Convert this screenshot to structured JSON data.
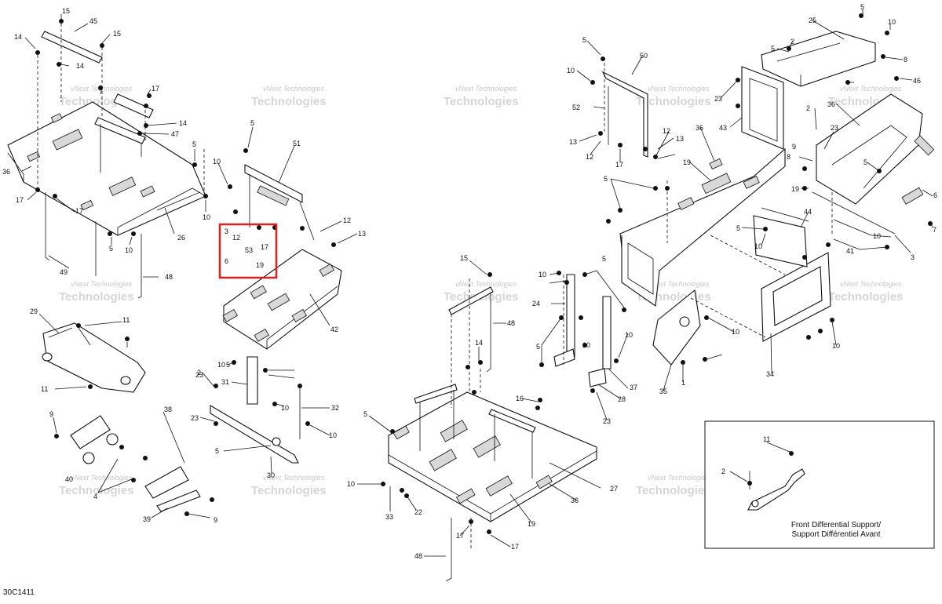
{
  "watermark": {
    "line1": "vNext Technologies",
    "line2": "Technologies"
  },
  "drawing_code": "30C1411",
  "inset": {
    "caption_line1": "Front Differential Support/",
    "caption_line2": "Support Différentiel Avant"
  },
  "highlight_color": "#e02020",
  "callouts": [
    {
      "id": "c1",
      "label": "15"
    },
    {
      "id": "c2",
      "label": "45"
    },
    {
      "id": "c3",
      "label": "15"
    },
    {
      "id": "c4",
      "label": "14"
    },
    {
      "id": "c5",
      "label": "14"
    },
    {
      "id": "c6",
      "label": "17"
    },
    {
      "id": "c7",
      "label": "14"
    },
    {
      "id": "c8",
      "label": "47"
    },
    {
      "id": "c9",
      "label": "36"
    },
    {
      "id": "c10",
      "label": "17"
    },
    {
      "id": "c11",
      "label": "17"
    },
    {
      "id": "c12",
      "label": "5"
    },
    {
      "id": "c13",
      "label": "10"
    },
    {
      "id": "c14",
      "label": "26"
    },
    {
      "id": "c15",
      "label": "5"
    },
    {
      "id": "c16",
      "label": "10"
    },
    {
      "id": "c17",
      "label": "49"
    },
    {
      "id": "c18",
      "label": "48"
    },
    {
      "id": "c19",
      "label": "29"
    },
    {
      "id": "c20",
      "label": "11"
    },
    {
      "id": "c21",
      "label": "11"
    },
    {
      "id": "c22",
      "label": "9"
    },
    {
      "id": "c23",
      "label": "38"
    },
    {
      "id": "c24",
      "label": "40"
    },
    {
      "id": "c25",
      "label": "4"
    },
    {
      "id": "c26",
      "label": "39"
    },
    {
      "id": "c27",
      "label": "9"
    },
    {
      "id": "c28",
      "label": "5"
    },
    {
      "id": "c29",
      "label": "51"
    },
    {
      "id": "c30",
      "label": "10"
    },
    {
      "id": "c31",
      "label": "12"
    },
    {
      "id": "c32",
      "label": "13"
    },
    {
      "id": "c33",
      "label": "3"
    },
    {
      "id": "c34",
      "label": "12"
    },
    {
      "id": "c35",
      "label": "53"
    },
    {
      "id": "c36",
      "label": "17"
    },
    {
      "id": "c37",
      "label": "6"
    },
    {
      "id": "c38",
      "label": "19"
    },
    {
      "id": "c39",
      "label": "42"
    },
    {
      "id": "c40",
      "label": "10"
    },
    {
      "id": "c41",
      "label": "5"
    },
    {
      "id": "c42",
      "label": "2"
    },
    {
      "id": "c43",
      "label": "31"
    },
    {
      "id": "c44",
      "label": "10"
    },
    {
      "id": "c45",
      "label": "23"
    },
    {
      "id": "c46",
      "label": "32"
    },
    {
      "id": "c47",
      "label": "10"
    },
    {
      "id": "c48",
      "label": "5"
    },
    {
      "id": "c49",
      "label": "30"
    },
    {
      "id": "c50",
      "label": "15"
    },
    {
      "id": "c51",
      "label": "48"
    },
    {
      "id": "c52",
      "label": "14"
    },
    {
      "id": "c53",
      "label": "16"
    },
    {
      "id": "c54",
      "label": "5"
    },
    {
      "id": "c55",
      "label": "27"
    },
    {
      "id": "c56",
      "label": "10"
    },
    {
      "id": "c57",
      "label": "33"
    },
    {
      "id": "c58",
      "label": "22"
    },
    {
      "id": "c59",
      "label": "36"
    },
    {
      "id": "c60",
      "label": "19"
    },
    {
      "id": "c61",
      "label": "17"
    },
    {
      "id": "c62",
      "label": "17"
    },
    {
      "id": "c63",
      "label": "48"
    },
    {
      "id": "c64",
      "label": "5"
    },
    {
      "id": "c65",
      "label": "50"
    },
    {
      "id": "c66",
      "label": "10"
    },
    {
      "id": "c67",
      "label": "52"
    },
    {
      "id": "c68",
      "label": "13"
    },
    {
      "id": "c69",
      "label": "12"
    },
    {
      "id": "c70",
      "label": "17"
    },
    {
      "id": "c71",
      "label": "12"
    },
    {
      "id": "c72",
      "label": "13"
    },
    {
      "id": "c73",
      "label": "5"
    },
    {
      "id": "c74",
      "label": "10"
    },
    {
      "id": "c75",
      "label": "24"
    },
    {
      "id": "c76",
      "label": "5"
    },
    {
      "id": "c77",
      "label": "5"
    },
    {
      "id": "c78",
      "label": "10"
    },
    {
      "id": "c79",
      "label": "10"
    },
    {
      "id": "c80",
      "label": "37"
    },
    {
      "id": "c81",
      "label": "28"
    },
    {
      "id": "c82",
      "label": "23"
    },
    {
      "id": "c83",
      "label": "35"
    },
    {
      "id": "c84",
      "label": "1"
    },
    {
      "id": "c85",
      "label": "10"
    },
    {
      "id": "c86",
      "label": "34"
    },
    {
      "id": "c87",
      "label": "10"
    },
    {
      "id": "c88",
      "label": "44"
    },
    {
      "id": "c89",
      "label": "5"
    },
    {
      "id": "c90",
      "label": "10"
    },
    {
      "id": "c91",
      "label": "36"
    },
    {
      "id": "c92",
      "label": "19"
    },
    {
      "id": "c93",
      "label": "43"
    },
    {
      "id": "c94",
      "label": "23"
    },
    {
      "id": "c95",
      "label": "25"
    },
    {
      "id": "c96",
      "label": "2"
    },
    {
      "id": "c97",
      "label": "5"
    },
    {
      "id": "c98",
      "label": "5"
    },
    {
      "id": "c99",
      "label": "10"
    },
    {
      "id": "c100",
      "label": "8"
    },
    {
      "id": "c101",
      "label": "46"
    },
    {
      "id": "c102",
      "label": "36"
    },
    {
      "id": "c103",
      "label": "2"
    },
    {
      "id": "c104",
      "label": "23"
    },
    {
      "id": "c105",
      "label": "8"
    },
    {
      "id": "c106",
      "label": "5"
    },
    {
      "id": "c107",
      "label": "19"
    },
    {
      "id": "c108",
      "label": "6"
    },
    {
      "id": "c109",
      "label": "7"
    },
    {
      "id": "c110",
      "label": "10"
    },
    {
      "id": "c111",
      "label": "41"
    },
    {
      "id": "c112",
      "label": "3"
    },
    {
      "id": "c113",
      "label": "11"
    },
    {
      "id": "c114",
      "label": "2"
    },
    {
      "id": "c115",
      "label": "23"
    },
    {
      "id": "c116",
      "label": "9"
    }
  ]
}
